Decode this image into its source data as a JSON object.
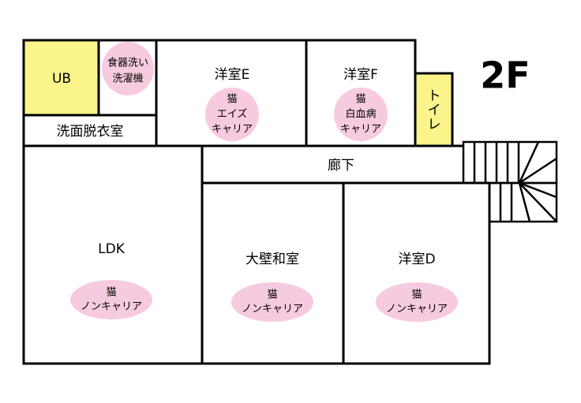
{
  "floor_label": "2F",
  "colors": {
    "wet_area": "#fbf48b",
    "pet_badge": "#f7cbdf",
    "wall": "#000000"
  },
  "rooms": {
    "ub": "UB",
    "dishwasher": [
      "食器洗い",
      "洗濯機"
    ],
    "washroom": "洗面脱衣室",
    "room_e": {
      "name": "洋室E",
      "badge": [
        "猫",
        "エイズ",
        "キャリア"
      ]
    },
    "room_f": {
      "name": "洋室F",
      "badge": [
        "猫",
        "白血病",
        "キャリア"
      ]
    },
    "toilet": [
      "ト",
      "イ",
      "レ"
    ],
    "corridor": "廊下",
    "ldk": {
      "name": "LDK",
      "badge": [
        "猫",
        "ノンキャリア"
      ]
    },
    "washitsu": {
      "name": "大壁和室",
      "badge": [
        "猫",
        "ノンキャリア"
      ]
    },
    "room_d": {
      "name": "洋室D",
      "badge": [
        "猫",
        "ノンキャリア"
      ]
    }
  }
}
